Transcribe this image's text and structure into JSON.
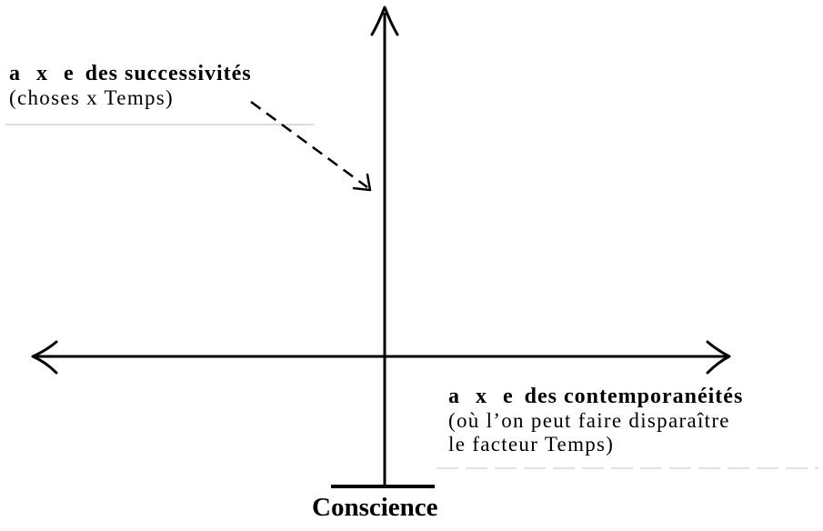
{
  "vertical_axis_label": {
    "prefix": "a x e",
    "title": "des successivités",
    "subtitle": "(choses x Temps)"
  },
  "horizontal_axis_label": {
    "prefix": "a x e",
    "title": "des contemporanéités",
    "subtitle_line1": "(où l’on peut faire disparaître",
    "subtitle_line2": "le facteur Temps)"
  },
  "base_label": "Conscience",
  "colors": {
    "ink": "#000000",
    "background": "#ffffff"
  }
}
